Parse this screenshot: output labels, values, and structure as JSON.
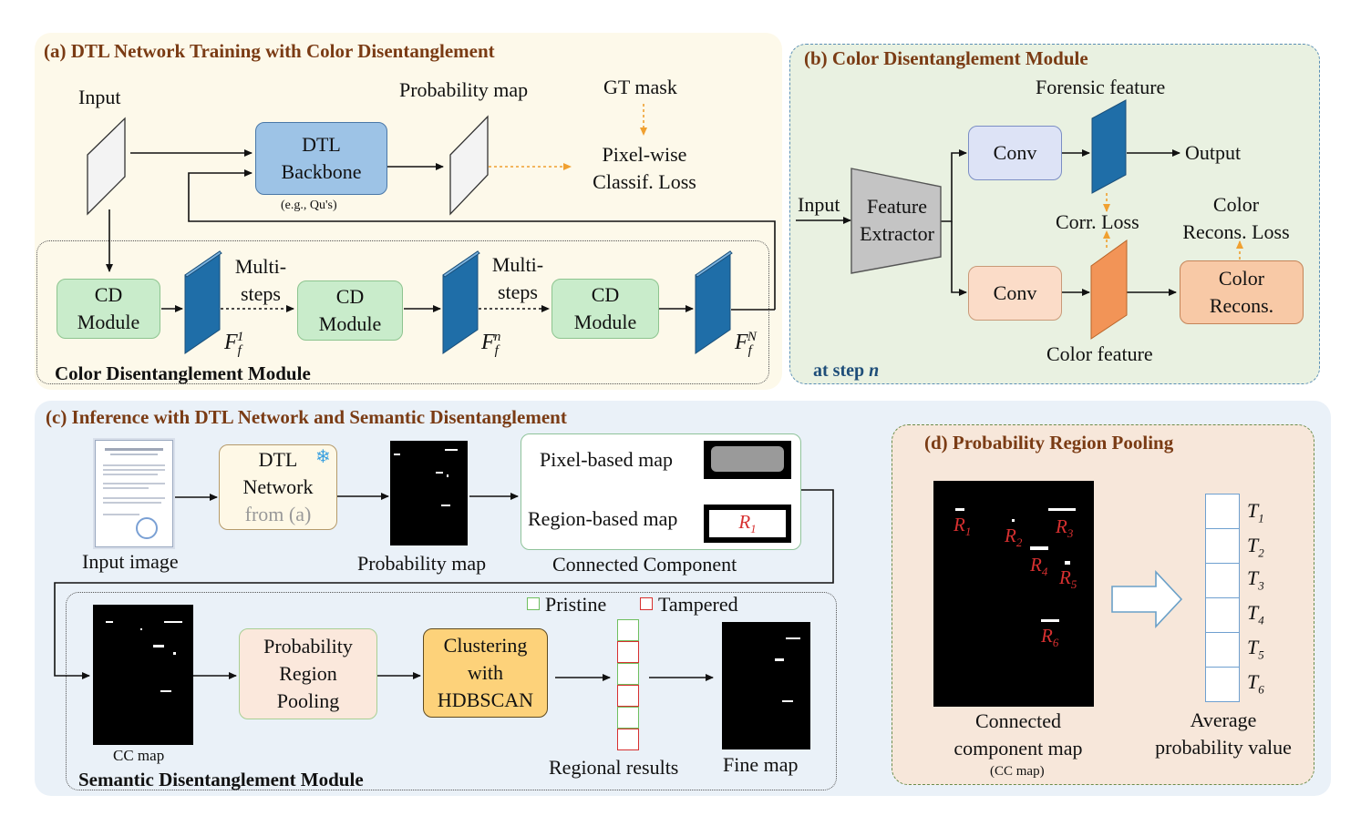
{
  "panel_a": {
    "title": "(a) DTL Network Training with Color Disentanglement",
    "input": "Input",
    "probability_map": "Probability map",
    "gt_mask": "GT mask",
    "backbone": "DTL\nBackbone",
    "backbone_note": "(e.g., Qu's)",
    "loss": "Pixel-wise\nClassif. Loss",
    "cd_module": "CD\nModule",
    "multi_steps": "Multi-\nsteps",
    "module_label": "Color Disentanglement Module",
    "feat_sym": "F",
    "feat_sub": "f",
    "feat_sup": [
      "1",
      "n",
      "N"
    ]
  },
  "panel_b": {
    "title": "(b) Color Disentanglement Module",
    "input": "Input",
    "feature_extractor": "Feature\nExtractor",
    "conv": "Conv",
    "forensic_feature": "Forensic feature",
    "output": "Output",
    "corr_loss": "Corr. Loss",
    "color_recons_loss": "Color\nRecons. Loss",
    "color_recons": "Color\nRecons.",
    "color_feature": "Color feature",
    "step_prefix": "at step ",
    "step_var": "n"
  },
  "panel_c": {
    "title": "(c) Inference with DTL Network and Semantic Disentanglement",
    "input_image": "Input image",
    "dtl_network": "DTL\nNetwork",
    "from_a": "from (a)",
    "probability_map": "Probability map",
    "pixel_based_map": "Pixel-based map",
    "region_based_map": "Region-based map",
    "region_label": "R",
    "region_sub": "1",
    "connected_component": "Connected Component",
    "cc_map": "CC map",
    "prob_region_pooling": "Probability\nRegion\nPooling",
    "clustering": "Clustering\nwith\nHDBSCAN",
    "pristine": "Pristine",
    "tampered": "Tampered",
    "regional_results": "Regional results",
    "fine_map": "Fine map",
    "module_label": "Semantic Disentanglement Module",
    "regional_cells": [
      "pristine",
      "tampered",
      "pristine",
      "tampered",
      "pristine",
      "tampered"
    ]
  },
  "panel_d": {
    "title": "(d) Probability Region Pooling",
    "regions": [
      "1",
      "2",
      "3",
      "4",
      "5",
      "6"
    ],
    "region_letter": "R",
    "connected_component_map": "Connected\ncomponent map",
    "cc_map_note": "(CC map)",
    "t_letter": "T",
    "t_values": [
      "1",
      "2",
      "3",
      "4",
      "5",
      "6"
    ],
    "average_prob": "Average\nprobability value"
  },
  "colors": {
    "panel_a_bg": "#fdf9ea",
    "panel_b_bg": "#e9f1e1",
    "panel_c_bg": "#eaf1f8",
    "panel_d_bg": "#f7e7da",
    "title_brown": "#7a3b14",
    "step_blue": "#1f4e79",
    "backbone_blue": "#9dc3e6",
    "cd_green": "#c9eccb",
    "conv_lavender": "#dde3f6",
    "conv_peach": "#fbdcc8",
    "recons_orange": "#f8c9a6",
    "cluster_orange": "#fdd27a",
    "forensic_blue": "#2e75b6",
    "color_orange": "#f29457",
    "arrow_orange": "#f0a030",
    "tampered_red": "#d73030",
    "pristine_green": "#6fbf5f"
  }
}
